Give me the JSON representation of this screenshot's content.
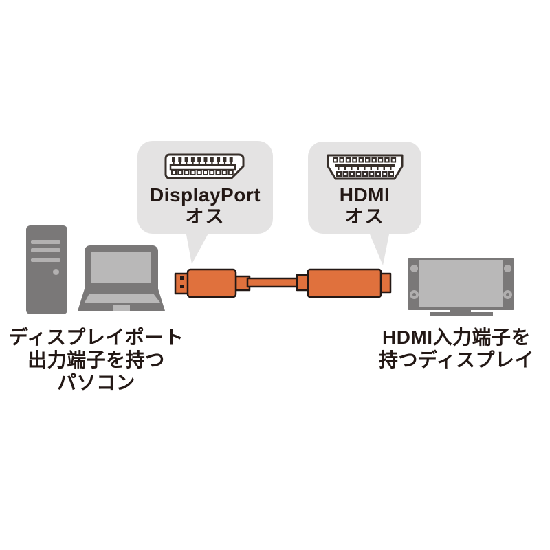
{
  "page": {
    "background": "#ffffff",
    "description_tags": {
      "left_device": "desktop-and-laptop",
      "right_device": "display",
      "cable": "displayport-to-hdmi-cable"
    }
  },
  "colors": {
    "bubble_bg": "#e4e3e3",
    "device_gray": "#7a7878",
    "device_light_gray": "#b9b8b8",
    "cable_orange": "#e0713d",
    "outline_dark": "#231815",
    "text_dark": "#231815"
  },
  "bubbles": {
    "displayport": {
      "icon": "displayport-connector-icon",
      "connector_label": "DisplayPort",
      "gender_label": "オス"
    },
    "hdmi": {
      "icon": "hdmi-connector-icon",
      "connector_label": "HDMI",
      "gender_label": "オス"
    }
  },
  "captions": {
    "left": {
      "line1": "ディスプレイポート",
      "line2": "出力端子を持つ",
      "line3": "パソコン"
    },
    "right": {
      "line1": "HDMI入力端子を",
      "line2": "持つディスプレイ"
    }
  },
  "icons": [
    "displayport-connector-icon",
    "hdmi-connector-icon",
    "desktop-tower-icon",
    "laptop-icon",
    "display-monitor-icon",
    "displayport-to-hdmi-cable-icon",
    "speech-bubble-tail-icon"
  ]
}
